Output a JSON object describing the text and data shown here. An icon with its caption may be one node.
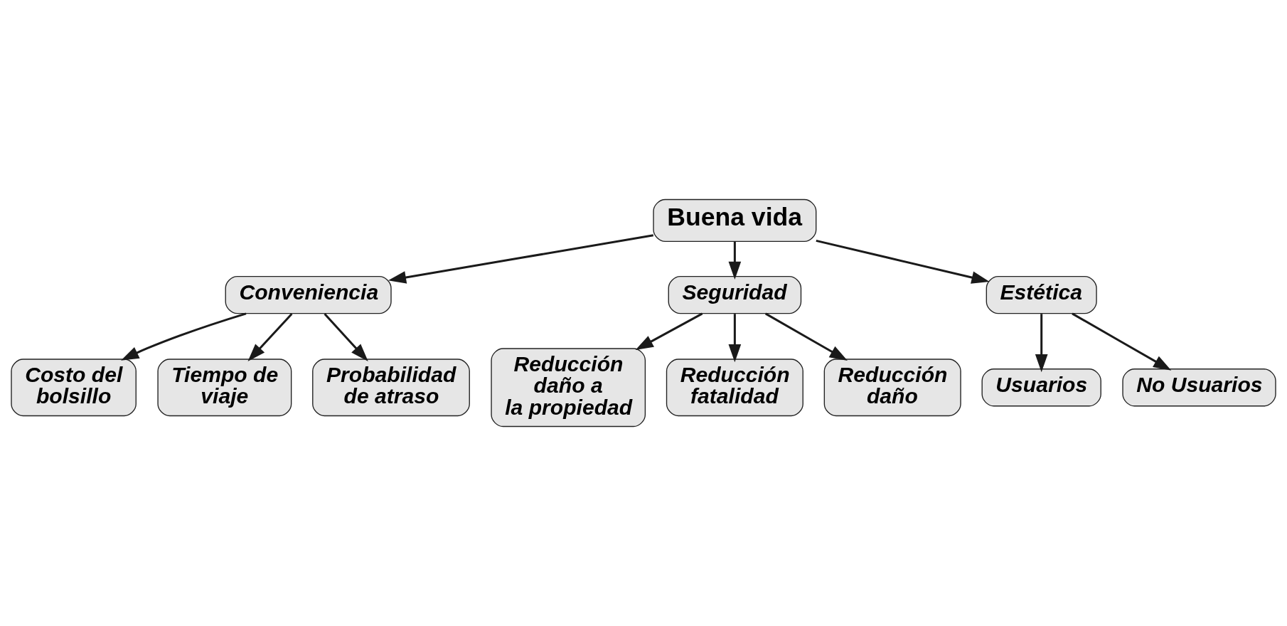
{
  "diagram": {
    "nodes": [
      {
        "text": [
          "Buena vida"
        ]
      },
      {
        "text": [
          "Conveniencia"
        ]
      },
      {
        "text": [
          "Seguridad"
        ]
      },
      {
        "text": [
          "Estética"
        ]
      },
      {
        "text": [
          "Costo del bolsillo"
        ]
      },
      {
        "text": [
          "Tiempo de viaje"
        ]
      },
      {
        "text": [
          "Probabilidad de atraso"
        ]
      },
      {
        "text": [
          "Reducción daño a la propiedad"
        ]
      },
      {
        "text": [
          "Reducción fatalidad"
        ]
      },
      {
        "text": [
          "Reducción daño"
        ]
      },
      {
        "text": [
          "Usuarios"
        ]
      },
      {
        "text": [
          "No Usuarios"
        ]
      }
    ],
    "edges": [
      {
        "from": 0,
        "to": 1,
        "arrow": "to"
      },
      {
        "from": 0,
        "to": 2,
        "arrow": "to"
      },
      {
        "from": 0,
        "to": 3,
        "arrow": "to"
      },
      {
        "from": 1,
        "to": 4,
        "arrow": "to"
      },
      {
        "from": 1,
        "to": 5,
        "arrow": "to"
      },
      {
        "from": 1,
        "to": 6,
        "arrow": "to"
      },
      {
        "from": 2,
        "to": 7,
        "arrow": "to"
      },
      {
        "from": 2,
        "to": 8,
        "arrow": "to"
      },
      {
        "from": 2,
        "to": 9,
        "arrow": "to"
      },
      {
        "from": 3,
        "to": 10,
        "arrow": "to"
      },
      {
        "from": 3,
        "to": 11,
        "arrow": "to"
      }
    ]
  }
}
